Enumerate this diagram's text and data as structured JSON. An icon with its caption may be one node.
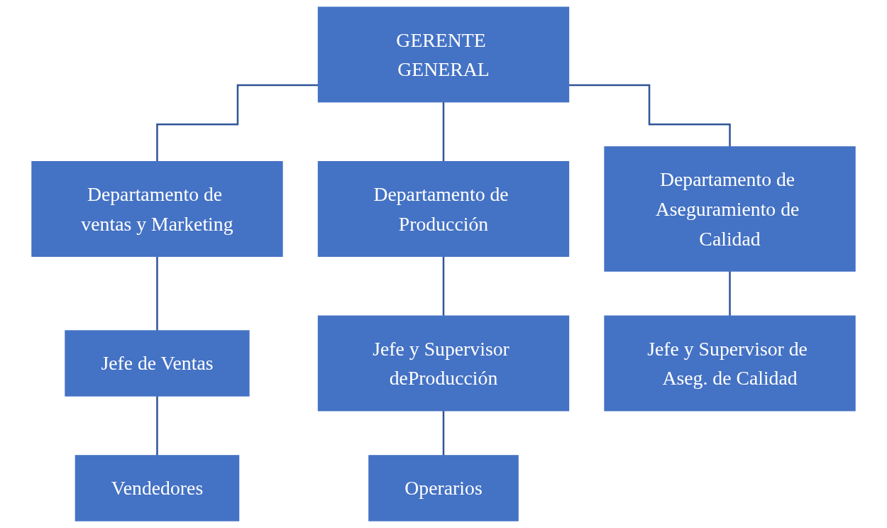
{
  "diagram": {
    "nodes": [
      {
        "text": [
          "GERENTE GENERAL"
        ]
      },
      {
        "text": [
          "Departamento de ventas y Marketing"
        ]
      },
      {
        "text": [
          "Departamento de Producción"
        ]
      },
      {
        "text": [
          "Departamento de Aseguramiento de Calidad"
        ]
      },
      {
        "text": [
          "Jefe de Ventas"
        ]
      },
      {
        "text": [
          "Vendedores"
        ]
      },
      {
        "text": [
          "Jefe y Supervisor deProducción"
        ]
      },
      {
        "text": [
          "Operarios"
        ]
      },
      {
        "text": [
          "Jefe y Supervisor de Aseg. de Calidad"
        ]
      }
    ],
    "edges": [
      {
        "from": 0,
        "to": 1,
        "arrow": "none"
      },
      {
        "from": 0,
        "to": 2,
        "arrow": "none"
      },
      {
        "from": 0,
        "to": 3,
        "arrow": "none"
      },
      {
        "from": 1,
        "to": 4,
        "arrow": "none"
      },
      {
        "from": 4,
        "to": 5,
        "arrow": "none"
      },
      {
        "from": 2,
        "to": 6,
        "arrow": "none"
      },
      {
        "from": 6,
        "to": 7,
        "arrow": "none"
      },
      {
        "from": 3,
        "to": 8,
        "arrow": "none"
      }
    ]
  }
}
